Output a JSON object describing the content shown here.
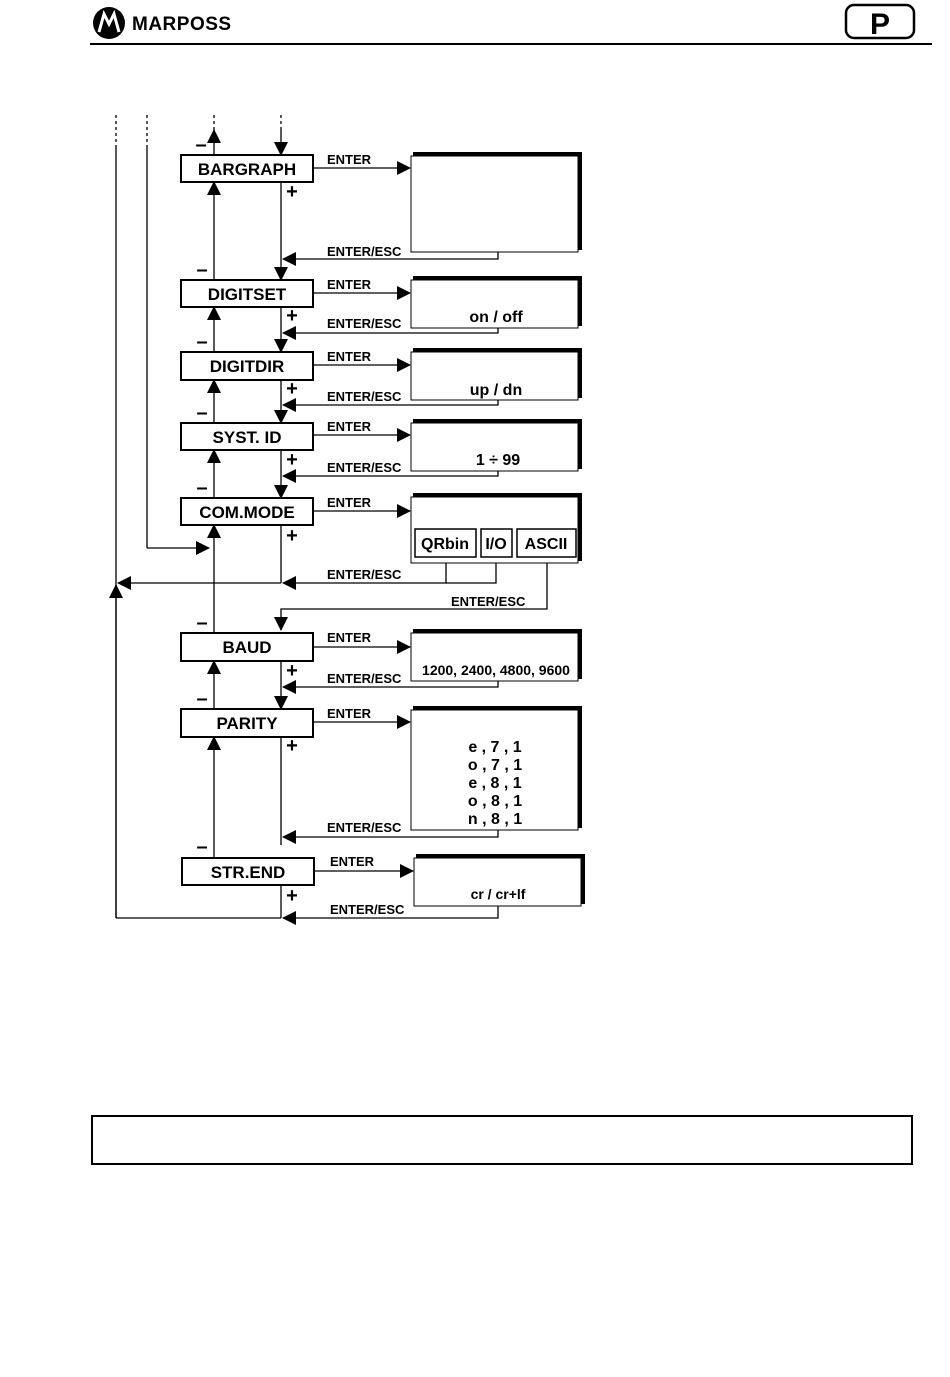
{
  "header": {
    "brand": "MARPOSS",
    "badge": "P"
  },
  "menus": {
    "bargraph": "BARGRAPH",
    "digitset": "DIGITSET",
    "digitdir": "DIGITDIR",
    "systid": "SYST. ID",
    "commode": "COM.MODE",
    "baud": "BAUD",
    "parity": "PARITY",
    "strend": "STR.END"
  },
  "labels": {
    "enter": "ENTER",
    "enter_esc": "ENTER/ESC",
    "plus": "+",
    "minus": "–"
  },
  "values": {
    "digitset": "on / off",
    "digitdir": "up / dn",
    "systid": "1 ÷ 99",
    "commode_options": [
      "QRbin",
      "I/O",
      "ASCII"
    ],
    "baud": "1200, 2400, 4800, 9600",
    "parity": [
      "e , 7 , 1",
      "o , 7 , 1",
      "e , 8 , 1",
      "o , 8 , 1",
      "n , 8 , 1"
    ],
    "strend": "cr / cr+lf"
  },
  "note": ""
}
